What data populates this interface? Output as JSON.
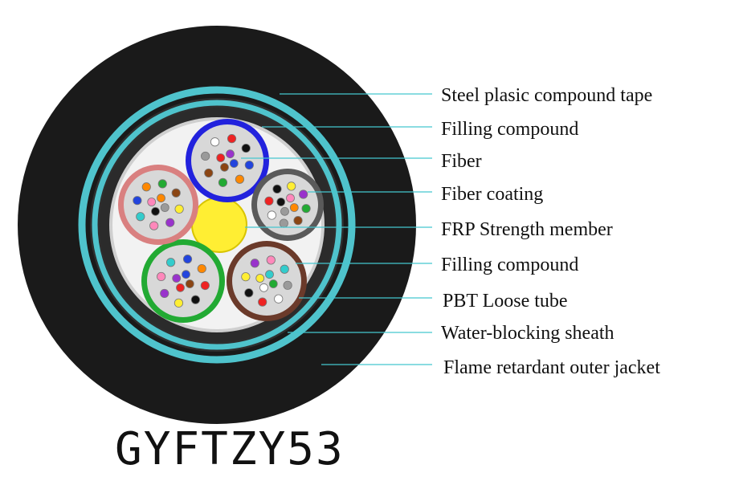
{
  "model": "GYFTZY53",
  "colors": {
    "outer_jacket": "#1a1a1a",
    "steel_tape": "#4fc3cc",
    "inner_sheath": "#2b2b2b",
    "filling": "#f2f2f2",
    "frp": "#ffee33",
    "leader": "#45c6cf",
    "tubes": [
      "#2222dd",
      "#5a5a5a",
      "#6b3a2a",
      "#22aa33",
      "#d98080"
    ]
  },
  "callouts": [
    {
      "id": "steel-tape",
      "label": "Steel plasic compound tape"
    },
    {
      "id": "filling-outer",
      "label": "Filling compound"
    },
    {
      "id": "fiber",
      "label": "Fiber"
    },
    {
      "id": "fiber-coating",
      "label": "Fiber coating"
    },
    {
      "id": "frp",
      "label": "FRP Strength member"
    },
    {
      "id": "filling-inner",
      "label": "Filling compound"
    },
    {
      "id": "pbt-tube",
      "label": "PBT Loose tube"
    },
    {
      "id": "water-blocking",
      "label": "Water-blocking sheath"
    },
    {
      "id": "outer-jacket",
      "label": "Flame retardant outer jacket"
    }
  ],
  "fiber_colors": [
    "#2244dd",
    "#ff8800",
    "#22aa33",
    "#8b4513",
    "#9a9a9a",
    "#ffffff",
    "#ee2222",
    "#111111",
    "#ffee33",
    "#9933cc",
    "#ff88bb",
    "#33cccc"
  ]
}
